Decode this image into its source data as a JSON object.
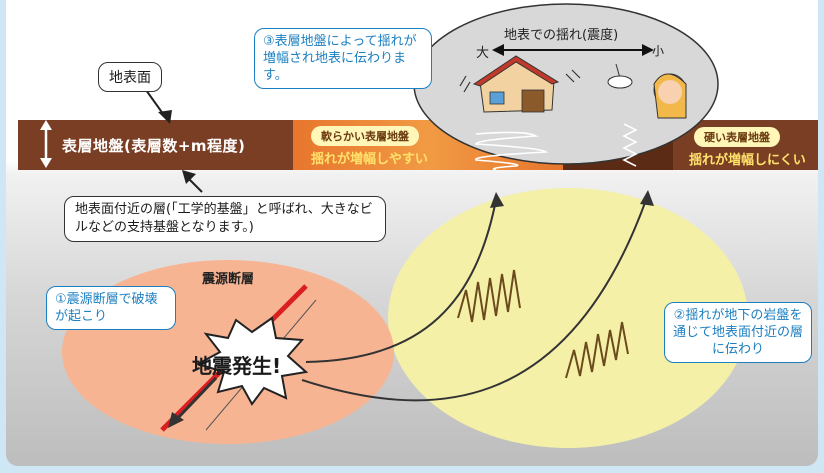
{
  "surface_label": "地表面",
  "band": {
    "label": "表層地盤(表層数+m程度)",
    "soft_tag": "軟らかい表層地盤",
    "soft_note": "揺れが増幅しやすい",
    "hard_tag": "硬い表層地盤",
    "hard_note": "揺れが増幅しにくい"
  },
  "base_layer_note": "地表面付近の層(「工学的基盤」と呼ばれ、大きなビルなどの支持基盤となります。)",
  "step3_note": "③表層地盤によって揺れが増幅され地表に伝わります。",
  "shindo": {
    "title": "地表での揺れ(震度)",
    "big": "大",
    "small": "小"
  },
  "fault_title": "震源断層",
  "step1_note": "①震源断層で破壊が起こり",
  "quake_label": "地震発生!",
  "step2_note": "②揺れが地下の岩盤を通じて地表面付近の層に伝わり",
  "colors": {
    "band_brown": "#7a3e24",
    "soft_orange": "#ef8a3a",
    "fault_ellipse": "#f7b493",
    "rock_ellipse": "#f5f0a8",
    "accent_blue": "#1b7fc1",
    "fault_red": "#d91f1f"
  }
}
